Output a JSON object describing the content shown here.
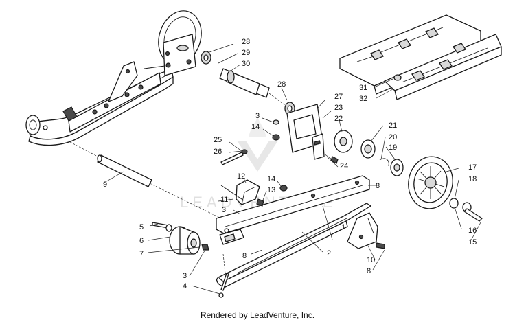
{
  "callouts": {
    "c1": "1",
    "c2": "2",
    "c3a": "3",
    "c3b": "3",
    "c3c": "3",
    "c4": "4",
    "c5": "5",
    "c6": "6",
    "c7": "7",
    "c8a": "8",
    "c8b": "8",
    "c8c": "8",
    "c9": "9",
    "c10": "10",
    "c11": "11",
    "c12": "12",
    "c13": "13",
    "c14a": "14",
    "c14b": "14",
    "c15": "15",
    "c16": "16",
    "c17": "17",
    "c18": "18",
    "c19": "19",
    "c20": "20",
    "c21": "21",
    "c22": "22",
    "c23": "23",
    "c24": "24",
    "c25": "25",
    "c26": "26",
    "c27": "27",
    "c28a": "28",
    "c28b": "28",
    "c29": "29",
    "c30": "30",
    "c31": "31",
    "c32": "32"
  },
  "watermark": "LEADVENTURE",
  "footer": "Rendered by LeadVenture, Inc.",
  "colors": {
    "line": "#1a1a1a",
    "fill": "#ffffff",
    "shade": "#d9d9d9",
    "watermark": "#c8c8c8"
  }
}
